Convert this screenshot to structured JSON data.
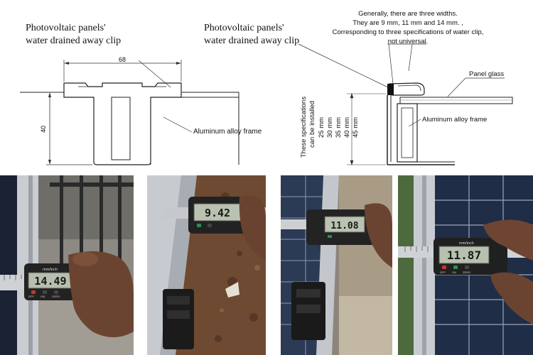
{
  "left_drawing": {
    "title_line1": "Photovoltaic panels'",
    "title_line2": "water drained away clip",
    "width_dim": "68",
    "height_dim": "40",
    "frame_label": "Aluminum alloy frame"
  },
  "right_drawing": {
    "title_line1": "Photovoltaic panels'",
    "title_line2": "water drained away clip",
    "note_line1": "Generally, there are three widths.",
    "note_line2": "They are 9 mm, 11 mm and 14 mm. ,",
    "note_line3": "Corresponding to three specifications of water clip,",
    "note_line4": "not universal.",
    "glass_label": "Panel glass",
    "frame_label": "Aluminum alloy frame",
    "spec_line1": "These specifications",
    "spec_line2": "can be installed",
    "spec_sizes": [
      "25 mm",
      "30 mm",
      "35 mm",
      "40 mm",
      "45 mm"
    ]
  },
  "photos": [
    {
      "reading": "14.49",
      "brand": "mm/inch",
      "btn_off": "OFF",
      "btn_on": "ON",
      "btn_zero": "ZERO"
    },
    {
      "reading": "9.42"
    },
    {
      "reading": "11.08"
    },
    {
      "reading": "11.87",
      "brand": "mm/inch",
      "btn_off": "OFF",
      "btn_on": "ON",
      "btn_zero": "ZERO"
    }
  ]
}
